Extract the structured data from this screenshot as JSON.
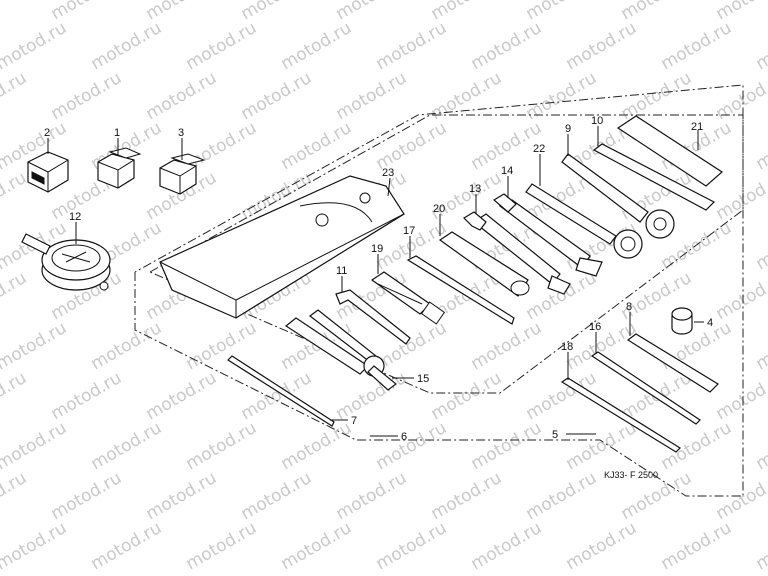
{
  "watermark": {
    "text": "motod.ru"
  },
  "drawing_code": "KJ33- F 2500",
  "callouts": [
    {
      "key": "p1",
      "label": "1"
    },
    {
      "key": "p2",
      "label": "2"
    },
    {
      "key": "p3",
      "label": "3"
    },
    {
      "key": "p4",
      "label": "4"
    },
    {
      "key": "p5",
      "label": "5"
    },
    {
      "key": "p6",
      "label": "6"
    },
    {
      "key": "p7",
      "label": "7"
    },
    {
      "key": "p8",
      "label": "8"
    },
    {
      "key": "p9",
      "label": "9"
    },
    {
      "key": "p10",
      "label": "10"
    },
    {
      "key": "p11",
      "label": "11"
    },
    {
      "key": "p12",
      "label": "12"
    },
    {
      "key": "p13",
      "label": "13"
    },
    {
      "key": "p14",
      "label": "14"
    },
    {
      "key": "p15",
      "label": "15"
    },
    {
      "key": "p16",
      "label": "16"
    },
    {
      "key": "p17",
      "label": "17"
    },
    {
      "key": "p18",
      "label": "18"
    },
    {
      "key": "p19",
      "label": "19"
    },
    {
      "key": "p20",
      "label": "20"
    },
    {
      "key": "p21",
      "label": "21"
    },
    {
      "key": "p22",
      "label": "22"
    },
    {
      "key": "p23",
      "label": "23"
    }
  ]
}
